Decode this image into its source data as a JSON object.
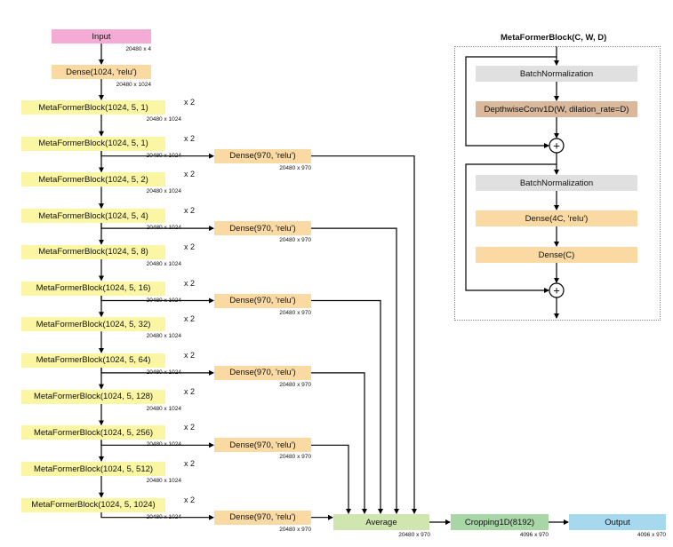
{
  "input": {
    "label": "Input",
    "dim": "20480 x 4"
  },
  "dense_first": {
    "label": "Dense(1024, 'relu')",
    "dim": "20480 x 1024"
  },
  "blocks": [
    {
      "label": "MetaFormerBlock(1024, 5, 1)",
      "dim": "20480 x 1024",
      "repeat": "x 2"
    },
    {
      "label": "MetaFormerBlock(1024, 5, 1)",
      "dim": "20480 x 1024",
      "repeat": "x 2"
    },
    {
      "label": "MetaFormerBlock(1024, 5, 2)",
      "dim": "20480 x 1024",
      "repeat": "x 2"
    },
    {
      "label": "MetaFormerBlock(1024, 5, 4)",
      "dim": "20480 x 1024",
      "repeat": "x 2"
    },
    {
      "label": "MetaFormerBlock(1024, 5, 8)",
      "dim": "20480 x 1024",
      "repeat": "x 2"
    },
    {
      "label": "MetaFormerBlock(1024, 5, 16)",
      "dim": "20480 x 1024",
      "repeat": "x 2"
    },
    {
      "label": "MetaFormerBlock(1024, 5, 32)",
      "dim": "20480 x 1024",
      "repeat": "x 2"
    },
    {
      "label": "MetaFormerBlock(1024, 5, 64)",
      "dim": "20480 x 1024",
      "repeat": "x 2"
    },
    {
      "label": "MetaFormerBlock(1024, 5, 128)",
      "dim": "20480 x 1024",
      "repeat": "x 2"
    },
    {
      "label": "MetaFormerBlock(1024, 5, 256)",
      "dim": "20480 x 1024",
      "repeat": "x 2"
    },
    {
      "label": "MetaFormerBlock(1024, 5, 512)",
      "dim": "20480 x 1024",
      "repeat": "x 2"
    },
    {
      "label": "MetaFormerBlock(1024, 5, 1024)",
      "dim": "20480 x 1024",
      "repeat": "x 2"
    }
  ],
  "heads": [
    {
      "label": "Dense(970, 'relu')",
      "dim": "20480 x 970"
    },
    {
      "label": "Dense(970, 'relu')",
      "dim": "20480 x 970"
    },
    {
      "label": "Dense(970, 'relu')",
      "dim": "20480 x 970"
    },
    {
      "label": "Dense(970, 'relu')",
      "dim": "20480 x 970"
    },
    {
      "label": "Dense(970, 'relu')",
      "dim": "20480 x 970"
    },
    {
      "label": "Dense(970, 'relu')",
      "dim": "20480 x 970"
    }
  ],
  "average": {
    "label": "Average",
    "dim": "20480 x 970"
  },
  "cropping": {
    "label": "Cropping1D(8192)",
    "dim": "4096 x 970"
  },
  "output": {
    "label": "Output",
    "dim": "4096 x 970"
  },
  "detail": {
    "title": "MetaFormerBlock(C, W, D)",
    "bn1": "BatchNormalization",
    "dwconv": "DepthwiseConv1D(W, dilation_rate=D)",
    "bn2": "BatchNormalization",
    "dense1": "Dense(4C, 'relu')",
    "dense2": "Dense(C)",
    "add_symbol": "+"
  }
}
